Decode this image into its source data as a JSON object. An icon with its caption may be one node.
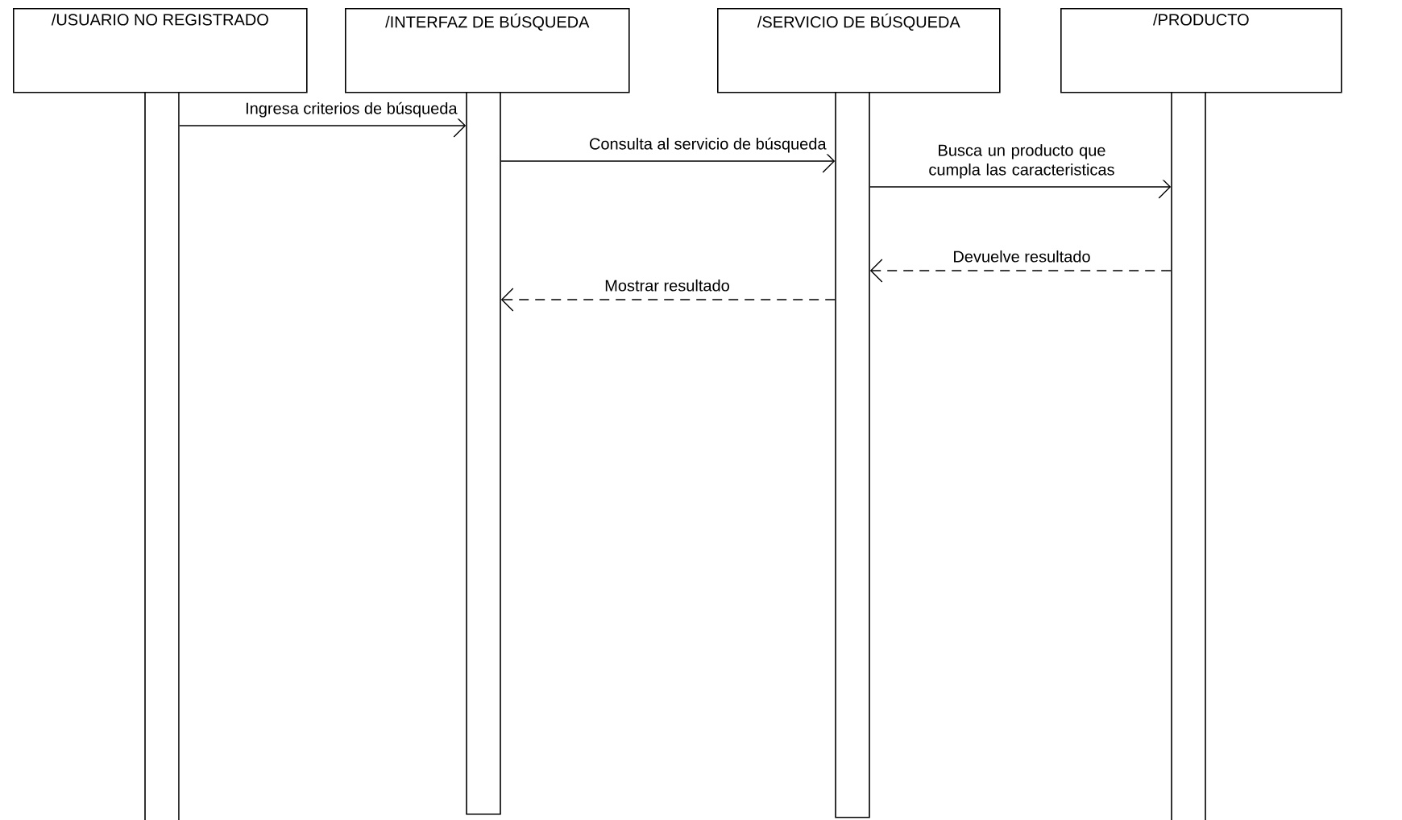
{
  "diagram": {
    "nodes": [
      {
        "text": [
          "/USUARIO NO REGISTRADO"
        ]
      },
      {
        "text": [
          "/INTERFAZ DE BÚSQUEDA"
        ]
      },
      {
        "text": [
          "/SERVICIO DE BÚSQUEDA"
        ]
      },
      {
        "text": [
          "/PRODUCTO"
        ]
      },
      {
        "text": [],
        "shape": "bar"
      },
      {
        "text": [],
        "shape": "bar"
      },
      {
        "text": [],
        "shape": "bar"
      },
      {
        "text": [],
        "shape": "bar"
      }
    ],
    "edges": [
      {
        "from": 4,
        "to": 5,
        "arrow": "to",
        "label": "Ingresa criterios de búsqueda"
      },
      {
        "from": 5,
        "to": 6,
        "arrow": "to",
        "label": "Consulta al servicio de búsqueda"
      },
      {
        "from": 6,
        "to": 7,
        "arrow": "to",
        "label": "Busca un producto que cumpla las caracteristicas"
      },
      {
        "from": 7,
        "to": 6,
        "arrow": "to",
        "style": "dashed",
        "label": "Devuelve resultado"
      },
      {
        "from": 6,
        "to": 5,
        "arrow": "to",
        "style": "dashed",
        "label": "Mostrar resultado"
      }
    ]
  }
}
